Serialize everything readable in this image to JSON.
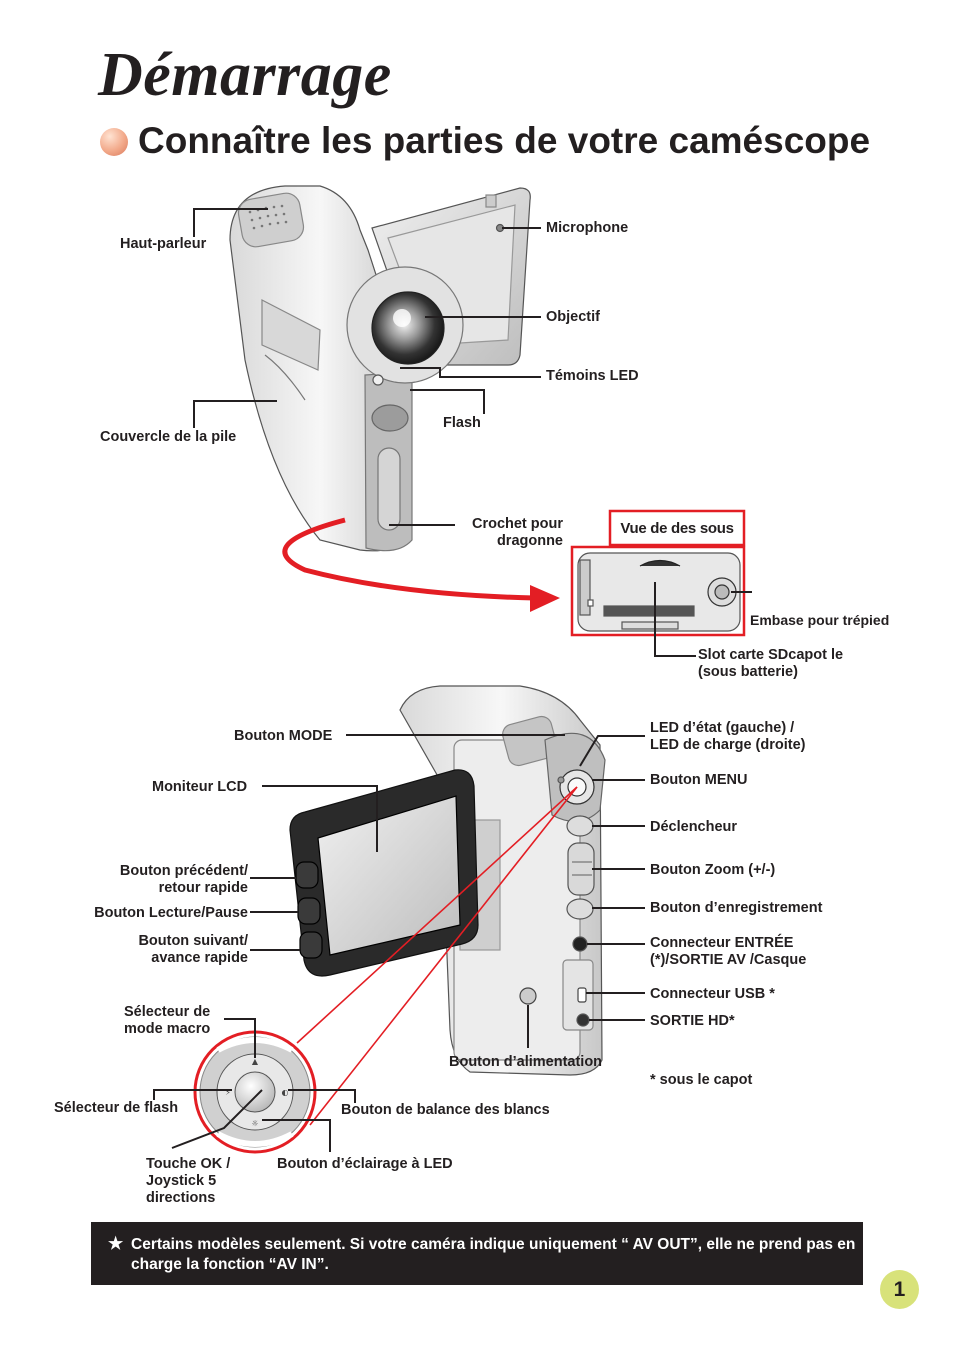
{
  "page": {
    "title": "Démarrage",
    "subtitle": "Connaître les parties de votre caméscope",
    "page_number": "1"
  },
  "labels": {
    "haut_parleur": "Haut-parleur",
    "microphone": "Microphone",
    "objectif": "Objectif",
    "temoins_led": "Témoins LED",
    "flash": "Flash",
    "couvercle_pile": "Couvercle de la pile",
    "crochet_1": "Crochet pour",
    "crochet_2": "dragonne",
    "vue_dessous": "Vue de des sous",
    "embase": "Embase pour trépied",
    "slot_1": "Slot carte SDcapot le",
    "slot_2": "(sous batterie)",
    "bouton_mode": "Bouton MODE",
    "led_etat_1": "LED d’état (gauche) /",
    "led_etat_2": "LED de charge (droite)",
    "moniteur_lcd": "Moniteur LCD",
    "bouton_menu": "Bouton MENU",
    "declencheur": "Déclencheur",
    "precedent_1": "Bouton précédent/",
    "precedent_2": "retour rapide",
    "zoom": "Bouton Zoom (+/-)",
    "lecture_pause": "Bouton Lecture/Pause",
    "enregistrement": "Bouton d’enregistrement",
    "suivant_1": "Bouton suivant/",
    "suivant_2": "avance rapide",
    "connecteur_entree_1": "Connecteur ENTRÉE",
    "connecteur_entree_2": "(*)/SORTIE AV /Casque",
    "macro_1": "Sélecteur de",
    "macro_2": "mode macro",
    "usb": "Connecteur USB *",
    "sortie_hd": "SORTIE HD*",
    "alimentation": "Bouton d’alimentation",
    "sous_capot": "* sous le capot",
    "selecteur_flash": "Sélecteur de flash",
    "balance_blancs": "Bouton de balance des blancs",
    "ok_1": "Touche OK /",
    "ok_2": "Joystick 5",
    "ok_3": "directions",
    "eclairage_led": "Bouton d’éclairage à LED"
  },
  "note": {
    "star": "★",
    "text": "Certains modèles seulement. Si votre caméra indique uniquement “ AV OUT”, elle ne prend pas en charge la fonction “AV IN”."
  },
  "colors": {
    "accent_red": "#e31e24",
    "text": "#231f20",
    "bullet": "#f2a98a",
    "page_badge": "#d8e27a"
  }
}
